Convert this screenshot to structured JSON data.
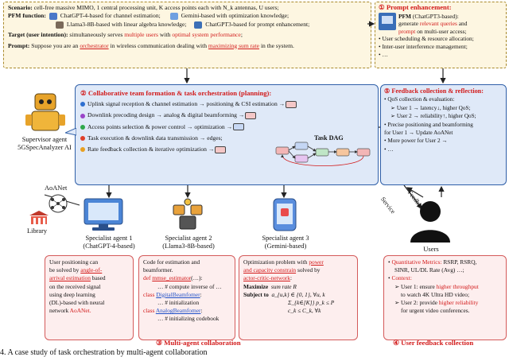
{
  "scenario": {
    "scenario_label": "Scenario:",
    "scenario_text": "cell-free massive MIMO, 1 central processing unit, K access points each with N_k antennas, U users;",
    "pfm_label": "PFM function:",
    "agent_a": "ChatGPT-4-based for channel estimation;",
    "agent_b": "Gemini-based with optimization knowledge;",
    "agent_c": "Llama3-8B-based with linear algebra knowledge;",
    "agent_d": "ChatGPT3-based for prompt enhancement;",
    "target_label": "Target (user intention):",
    "target_pre": "simultaneously serves",
    "target_red1": "multiple users",
    "target_mid": "with",
    "target_red2": "optimal system performance",
    "target_end": ";",
    "prompt_label": "Prompt:",
    "prompt_pre": "Suppose you are an",
    "prompt_red1": "orchestrator",
    "prompt_mid": "in wireless communication dealing with",
    "prompt_red2": "maximizing sum rate",
    "prompt_end": "in the system."
  },
  "prompt_enh": {
    "title": "① Prompt enhancement:",
    "pfm_bold": "PFM",
    "pfm_rest": "(ChatGPT3-based):",
    "line2_pre": "generate",
    "line2_red": "relevant queries",
    "line2_end": "and",
    "line3_red": "prompt",
    "line3_end": "on multi-user access;",
    "item1": "User scheduling & resource allocation;",
    "item2": "Inter-user interference management;",
    "item3": "…"
  },
  "collab": {
    "title": "② Collaborative team formation & task orchestration (planning):",
    "items": [
      "Uplink signal reception & channel estimation → positioning & CSI estimation →",
      "Downlink precoding design → analog & digital beamforming →",
      "Access points selection & power control → optimization →",
      "Task execution & downlink data transmission → edges;",
      "Rate feedback collection & iterative optimization →"
    ],
    "dag_label": "Task DAG"
  },
  "feedback": {
    "title": "⑤ Feedback collection & reflection:",
    "lines": [
      "• QoS collection & evaluation:",
      "➢ User 1 → latency↓, higher QoS;",
      "➢ User 2 → reliability↑, higher QoS;",
      "• Precise positioning and beamforming",
      "for User 1 → Update AoANet",
      "• More power for User 2 →",
      "• …"
    ]
  },
  "supervisor": {
    "line1": "Supervisor agent",
    "line2": "5GSpecAnalyzer AI"
  },
  "left": {
    "aoanet": "AoANet",
    "library": "Library"
  },
  "agents": [
    {
      "name": "Specialist agent 1",
      "base": "(ChatGPT-4-based)"
    },
    {
      "name": "Specialist agent 2",
      "base": "(Llama3-8B-based)"
    },
    {
      "name": "Specialist agent 3",
      "base": "(Gemini-based)"
    }
  ],
  "users_label": "Users",
  "arrows": {
    "service": "Service",
    "feedback": "Feedback"
  },
  "box1": {
    "l1": "User positioning can",
    "l2_pre": "be solved by",
    "l2_red": "angle-of-",
    "l3_red": "arrival estimation",
    "l3_end": "based",
    "l4": "on the received signal",
    "l5": "using deep learning",
    "l6": "(DL)-based with neural",
    "l7_pre": "network",
    "l7_red": "AoANet."
  },
  "box2": {
    "l1": "Code for estimation and beamformer.",
    "l2_kw": "def",
    "l2_fn": "mmse_estimator",
    "l2_end": "(…):",
    "l3": "… # compute inverse of …",
    "l4_kw": "class",
    "l4_cls": "DigitalBeamfomer",
    "l4_end": ":",
    "l5": "… # initialization",
    "l6_kw": "class",
    "l6_cls": "AnalogBeamfomer",
    "l6_end": ":",
    "l7": "… # initializing codebook"
  },
  "box3": {
    "l1_pre": "Optimization problem with",
    "l1_red": "power",
    "l2_red1": "and capacity constrain",
    "l2_mid": "solved by",
    "l3_red": "actor-critic-network",
    "l3_end": ":",
    "maximize": "Maximize",
    "max_expr": "sum rate R",
    "subject": "Subject to",
    "c1": "a_{u,k} ∈ {0, 1}, ∀u, k",
    "c2": "Σ_{k∈[K]} p_k ≤ P",
    "c3": "c_k ≤ C_k, ∀k"
  },
  "box4": {
    "l1_label": "Quantitative Metrics:",
    "l1_end": "RSRP, RSRQ,",
    "l2": "SINR, UL/DL Rate (Avg) …;",
    "l3_label": "Context:",
    "l4_pre": "User 1: ensure",
    "l4_red": "higher throughput",
    "l5": "to watch 4K Ultra HD video;",
    "l6_pre": "User 2: provide",
    "l6_red": "higher reliability",
    "l7": "for urgent video conferences."
  },
  "sections": {
    "s3": "③ Multi-agent collaboration",
    "s4": "④ User feedback collection"
  },
  "caption": "4. A case study of task orchestration by multi-agent collaboration"
}
